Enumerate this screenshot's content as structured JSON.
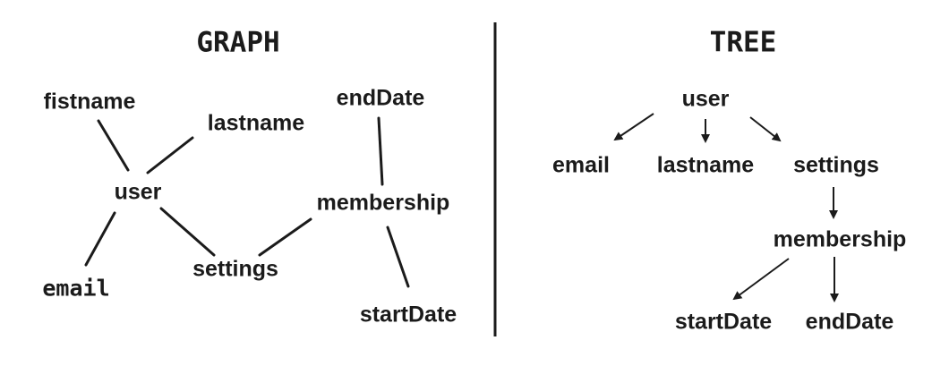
{
  "graph": {
    "heading": "GRAPH",
    "nodes": {
      "fistname": "fistname",
      "lastname": "lastname",
      "user": "user",
      "email": "email",
      "settings": "settings",
      "membership": "membership",
      "endDate": "endDate",
      "startDate": "startDate"
    }
  },
  "tree": {
    "heading": "TREE",
    "nodes": {
      "user": "user",
      "email": "email",
      "lastname": "lastname",
      "settings": "settings",
      "membership": "membership",
      "startDate": "startDate",
      "endDate": "endDate"
    }
  },
  "colors": {
    "ink": "#1b1b1b",
    "background": "#ffffff"
  }
}
